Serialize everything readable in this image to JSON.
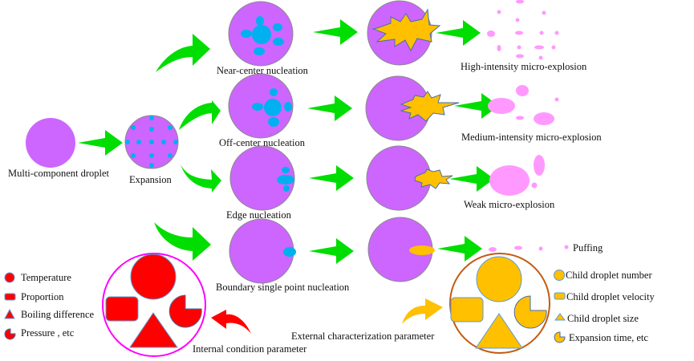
{
  "colors": {
    "droplet": "#cc66ff",
    "droplet_stroke": "#8a8a8a",
    "nucleus": "#00b0f0",
    "arrow": "#00dd00",
    "burst": "#ffc000",
    "burst_stroke": "#4a6fa5",
    "fragment": "#ff99ff",
    "internal_shape": "#ff0000",
    "internal_ring": "#ff00ff",
    "internal_arrow": "#ff0000",
    "external_shape": "#ffc000",
    "external_ring": "#c55a11",
    "external_arrow": "#ffc000"
  },
  "stages": {
    "initial": "Multi-component droplet",
    "expansion": "Expansion"
  },
  "pathways": [
    {
      "nucleation": "Near-center nucleation",
      "outcome": "High-intensity micro-explosion"
    },
    {
      "nucleation": "Off-center nucleation",
      "outcome": "Medium-intensity micro-explosion"
    },
    {
      "nucleation": "Edge  nucleation",
      "outcome": "Weak micro-explosion"
    },
    {
      "nucleation": "Boundary single point nucleation",
      "outcome": "Puffing"
    }
  ],
  "internal": {
    "title": "Internal  condition parameter",
    "legend": [
      {
        "icon": "circle-icon",
        "label": "Temperature"
      },
      {
        "icon": "rounded-rect-icon",
        "label": "Proportion"
      },
      {
        "icon": "triangle-icon",
        "label": "Boiling difference"
      },
      {
        "icon": "pie-icon",
        "label": "Pressure , etc"
      }
    ]
  },
  "external": {
    "title": "External characterization parameter",
    "legend": [
      {
        "icon": "circle-icon",
        "label": "Child droplet number"
      },
      {
        "icon": "rounded-rect-icon",
        "label": "Child droplet velocity"
      },
      {
        "icon": "triangle-icon",
        "label": "Child droplet size"
      },
      {
        "icon": "pie-icon",
        "label": "Expansion time, etc"
      }
    ]
  }
}
